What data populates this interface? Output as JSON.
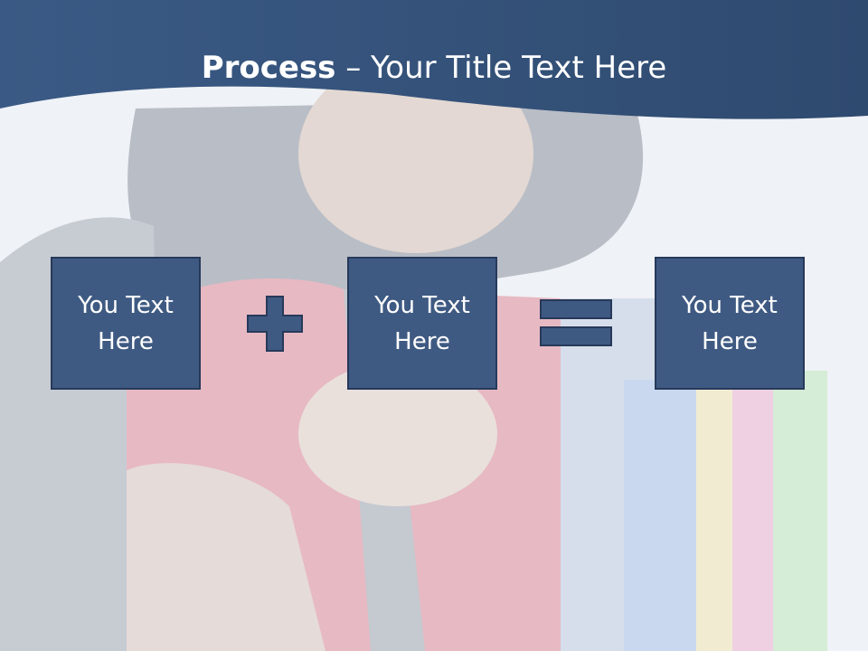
{
  "slide": {
    "title_bold": "Process",
    "title_rest": " – Your Title Text Here"
  },
  "boxes": [
    {
      "text": "You Text Here"
    },
    {
      "text": "You Text Here"
    },
    {
      "text": "You Text Here"
    }
  ],
  "operators": [
    "plus-icon",
    "equals-icon"
  ],
  "colors": {
    "banner": "#3b5a83",
    "box_fill": "#3f5a82",
    "box_border": "#27395a",
    "text": "#ffffff"
  }
}
